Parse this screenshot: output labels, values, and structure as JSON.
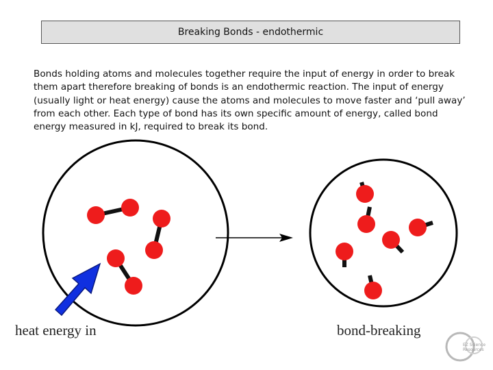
{
  "title": "Breaking Bonds - endothermic",
  "description": "Bonds holding atoms and molecules together require the input of energy in order to break them apart therefore breaking of bonds is an endothermic reaction. The input of energy (usually light or heat energy) cause the atoms and molecules to move faster and ‘pull away’ from each other. Each type of bond has its own specific amount of energy, called bond energy measured in kJ, required to break its bond.",
  "diagram": {
    "caption_left": "heat energy in",
    "caption_right": "bond-breaking",
    "atom_color": "#ee1c1c",
    "bond_color": "#111111",
    "arrow_color": "#1030e0"
  },
  "logo": {
    "text": "EZ Science Resources"
  }
}
